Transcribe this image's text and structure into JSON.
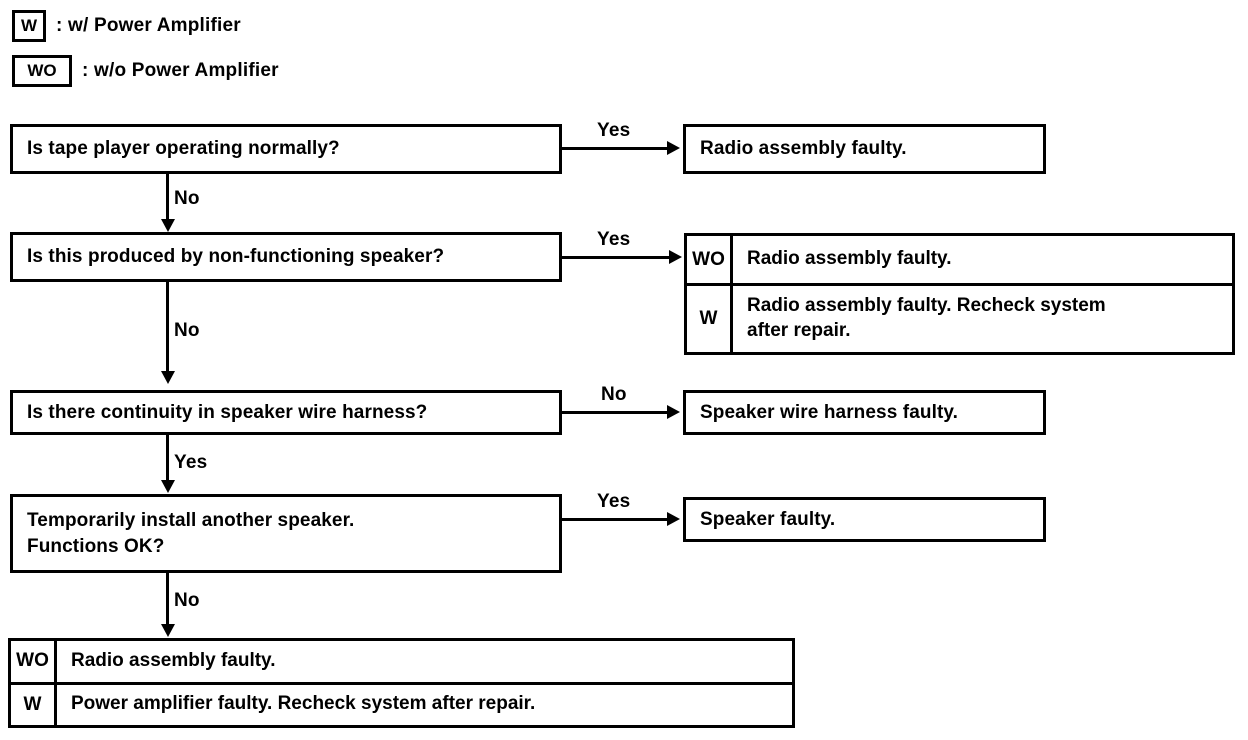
{
  "legend": [
    {
      "tag": "W",
      "text": ": w/ Power Amplifier"
    },
    {
      "tag": "WO",
      "text": ": w/o Power Amplifier"
    }
  ],
  "steps": [
    {
      "question": "Is tape player operating normally?",
      "yes_label": "Yes",
      "no_label": "No"
    },
    {
      "question": "Is this produced by non-functioning speaker?",
      "yes_label": "Yes",
      "no_label": "No"
    },
    {
      "question": "Is there continuity in speaker wire harness?",
      "no_label": "No",
      "yes_label": "Yes"
    },
    {
      "question": "Temporarily install another speaker.\nFunctions OK?",
      "yes_label": "Yes",
      "no_label": "No"
    }
  ],
  "results": {
    "r1": "Radio assembly faulty.",
    "r2": [
      {
        "tag": "WO",
        "text": "Radio assembly faulty."
      },
      {
        "tag": "W",
        "text": "Radio assembly faulty. Recheck system\nafter repair."
      }
    ],
    "r3": "Speaker wire harness faulty.",
    "r4": "Speaker faulty.",
    "r5": [
      {
        "tag": "WO",
        "text": "Radio assembly faulty."
      },
      {
        "tag": "W",
        "text": "Power amplifier faulty. Recheck system after repair."
      }
    ]
  },
  "colors": {
    "line": "#000000",
    "background": "#ffffff"
  }
}
